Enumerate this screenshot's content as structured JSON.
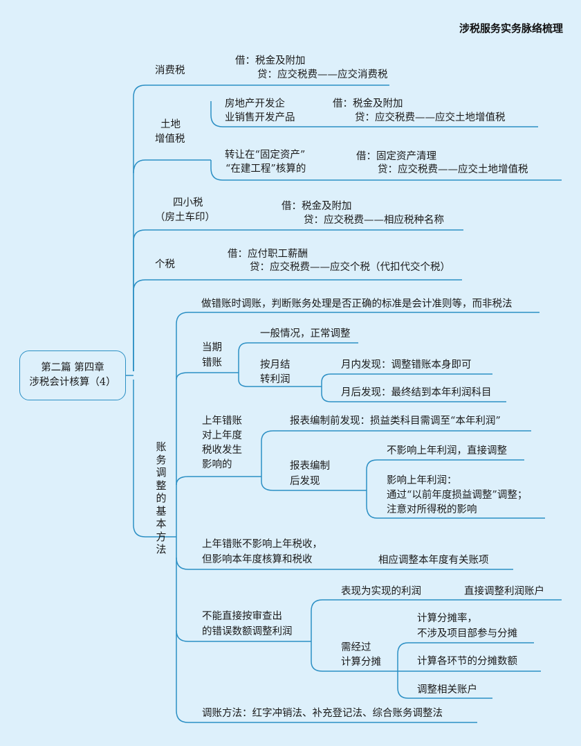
{
  "header": "涉税服务实务脉络梳理",
  "root": {
    "line1": "第二篇 第四章",
    "line2": "涉税会计核算（4）"
  },
  "consumption_tax": {
    "label": "消费税",
    "debit": "借：税金及附加",
    "credit": "贷：应交税费——应交消费税"
  },
  "land_vat": {
    "label_line1": "土地",
    "label_line2": "增值税",
    "case1": {
      "cond_line1": "房地产开发企",
      "cond_line2": "业销售开发产品",
      "debit": "借：税金及附加",
      "credit": "贷：应交税费——应交土地增值税"
    },
    "case2": {
      "cond_line1": "转让在“固定资产”",
      "cond_line2": "“在建工程”核算的",
      "debit": "借：固定资产清理",
      "credit": "贷：应交税费——应交土地增值税"
    }
  },
  "four_small_taxes": {
    "label_line1": "四小税",
    "label_line2": "（房土车印）",
    "debit": "借：税金及附加",
    "credit": "贷：应交税费——相应税种名称"
  },
  "individual_tax": {
    "label": "个税",
    "debit": "借：应付职工薪酬",
    "credit": "贷：应交税费——应交个税（代扣代交个税）"
  },
  "adjust": {
    "label": "账务调整的基本方法",
    "principle": "做错账时调账，判断账务处理是否正确的标准是会计准则等，而非税法",
    "current": {
      "label_line1": "当期",
      "label_line2": "错账",
      "normal": "一般情况，正常调整",
      "monthly_line1": "按月结",
      "monthly_line2": "转利润",
      "within_month": "月内发现：调整错账本身即可",
      "after_month": "月后发现：最终结到本年利润科目"
    },
    "prior_affecting": {
      "label_line1": "上年错账",
      "label_line2": "对上年度",
      "label_line3": "税收发生",
      "label_line4": "影响的",
      "before_report": "报表编制前发现：损益类科目需调至“本年利润”",
      "after_line1": "报表编制",
      "after_line2": "后发现",
      "no_effect": "不影响上年利润，直接调整",
      "effect_line1": "影响上年利润：",
      "effect_line2": "通过“以前年度损益调整”调整；",
      "effect_line3": "注意对所得税的影响"
    },
    "prior_no_tax": {
      "label_line1": "上年错账不影响上年税收，",
      "label_line2": "但影响本年度核算和税收",
      "action": "相应调整本年度有关账项"
    },
    "cannot_direct": {
      "label_line1": "不能直接按审查出",
      "label_line2": "的错误数额调整利润",
      "realized": "表现为实现的利润",
      "realized_action": "直接调整利润账户",
      "alloc_line1": "需经过",
      "alloc_line2": "计算分摊",
      "step1_line1": "计算分摊率，",
      "step1_line2": "不涉及项目部参与分摊",
      "step2": "计算各环节的分摊数额",
      "step3": "调整相关账户"
    },
    "methods": "调账方法：红字冲销法、补充登记法、综合账务调整法"
  },
  "colors": {
    "line": "#2b8fc4",
    "background": "#ddf0fb",
    "text": "#1a1a1a"
  }
}
